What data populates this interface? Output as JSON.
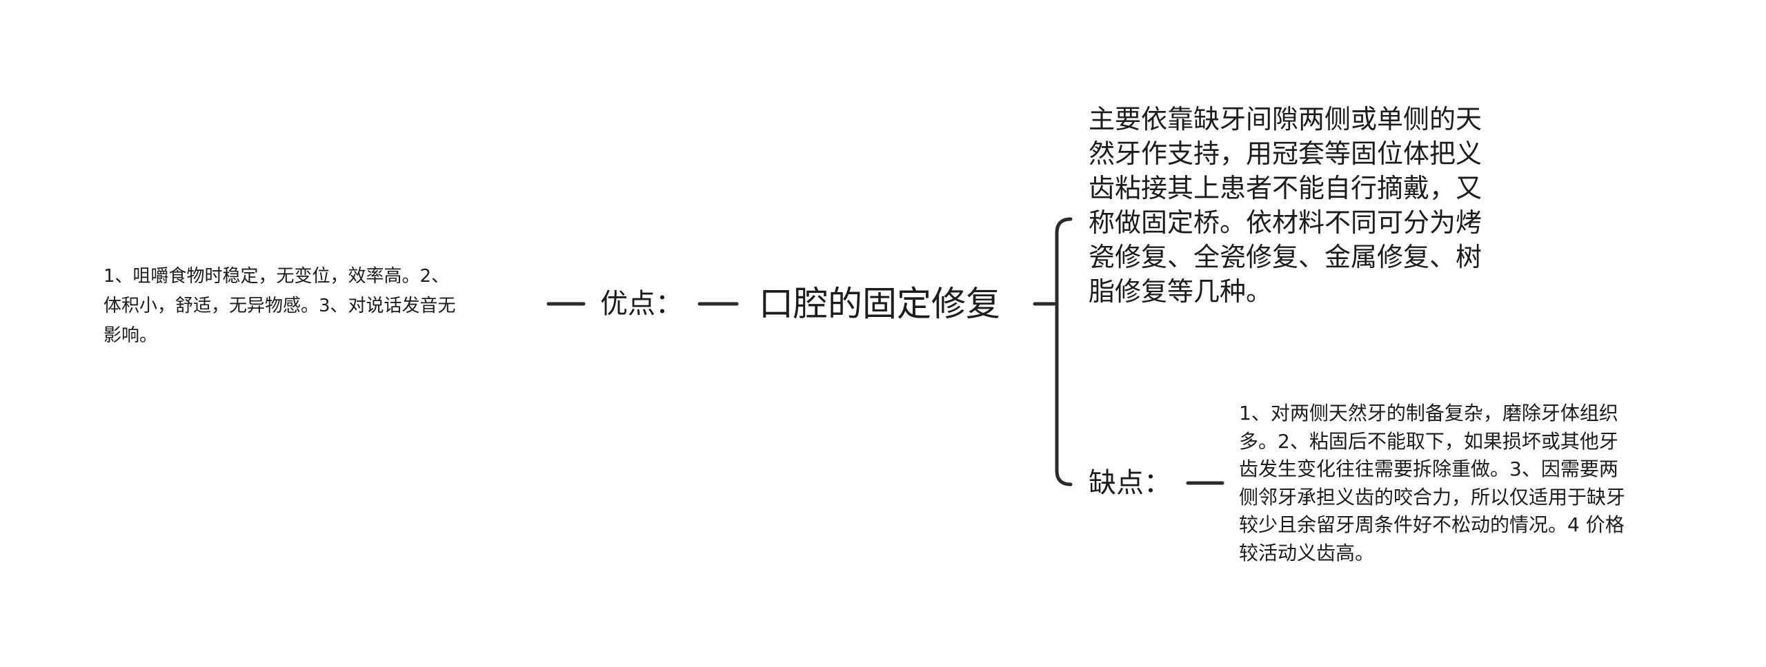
{
  "mindmap": {
    "root": {
      "label": "口腔的固定修复"
    },
    "description": {
      "lines": [
        "主要依靠缺牙间隙两侧或单侧的天",
        "然牙作支持，用冠套等固位体把义",
        "齿粘接其上患者不能自行摘戴，又",
        "称做固定桥。依材料不同可分为烤",
        "瓷修复、全瓷修复、金属修复、树",
        "脂修复等几种。"
      ]
    },
    "advantages": {
      "label": "优点：",
      "lines": [
        "1、咀嚼食物时稳定，无变位，效率高。2、",
        "体积小，舒适，无异物感。3、对说话发音无",
        "影响。"
      ]
    },
    "disadvantages": {
      "label": "缺点：",
      "lines": [
        "1、对两侧天然牙的制备复杂，磨除牙体组织",
        "多。2、粘固后不能取下，如果损坏或其他牙",
        "齿发生变化往往需要拆除重做。3、因需要两",
        "侧邻牙承担义齿的咬合力，所以仅适用于缺牙",
        "较少且余留牙周条件好不松动的情况。4 价格",
        "较活动义齿高。"
      ]
    },
    "colors": {
      "line": "#2a2a2a",
      "text": "#1c1c1c",
      "background": "#ffffff"
    }
  }
}
